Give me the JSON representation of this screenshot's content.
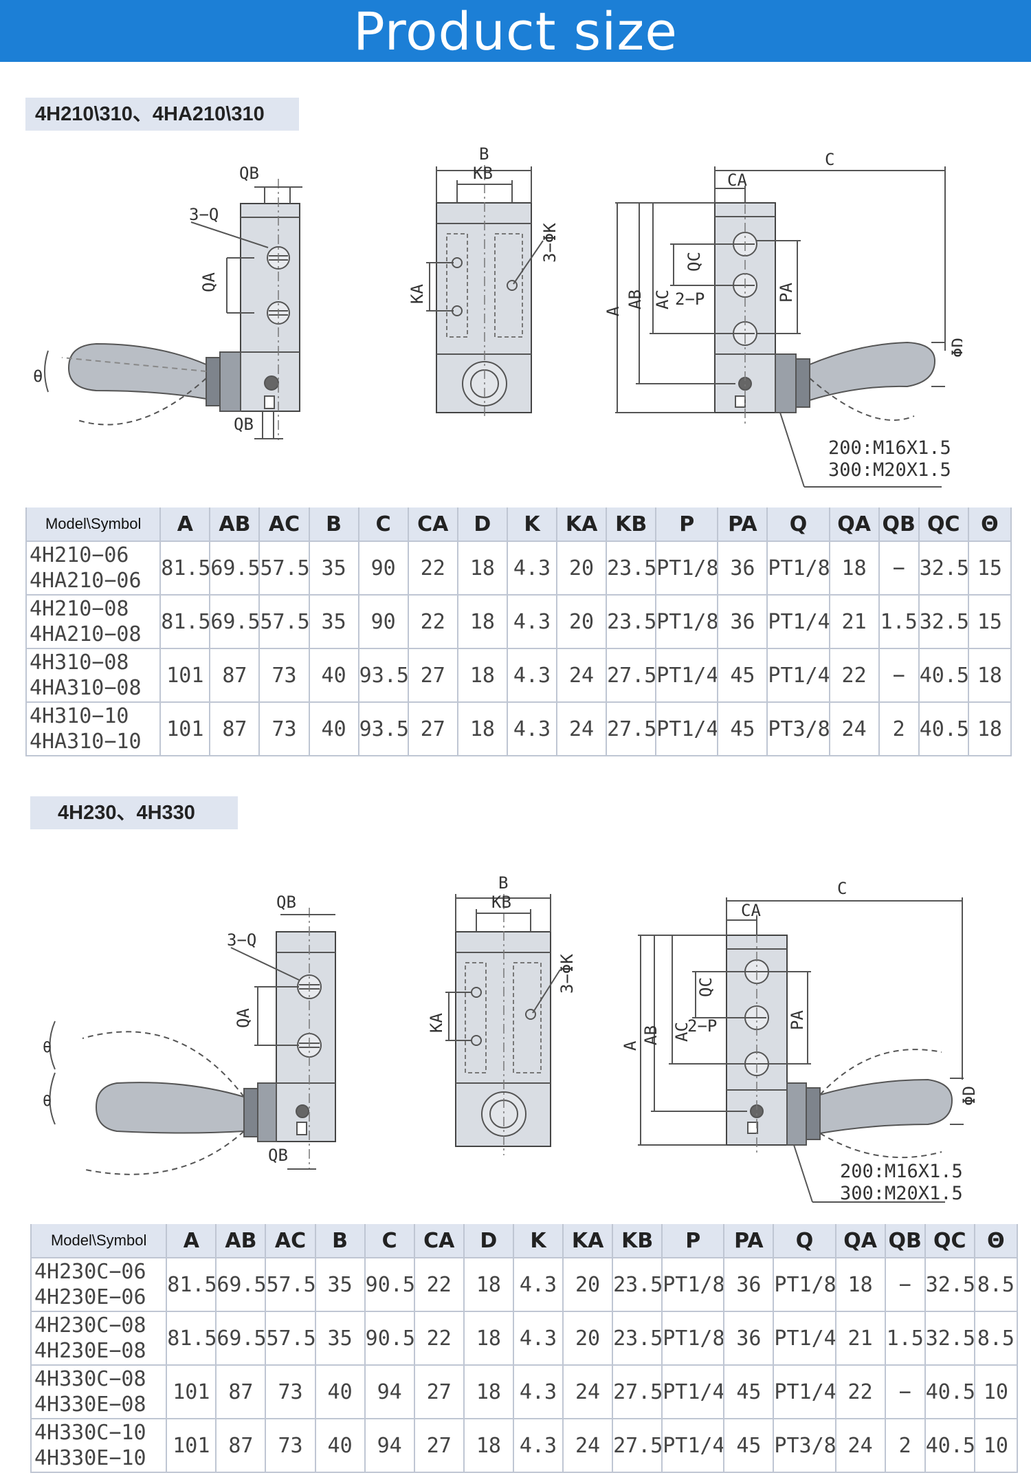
{
  "banner": {
    "title": "Product size"
  },
  "sections": [
    {
      "label": "4H210\\310、4HA210\\310",
      "drawing": {
        "left": {
          "qb": "QB",
          "q3": "3−Q",
          "qa": "QA",
          "theta": "θ",
          "qb2": "QB"
        },
        "mid": {
          "b": "B",
          "kb": "KB",
          "ka": "KA",
          "k3": "3−ΦK"
        },
        "right": {
          "c": "C",
          "ca": "CA",
          "qc": "QC",
          "a": "A",
          "ab": "AB",
          "ac": "AC",
          "p2": "2−P",
          "pa": "PA",
          "d": "ΦD",
          "note1": "200:M16X1.5",
          "note2": "300:M20X1.5"
        }
      },
      "headers": [
        "Model\\Symbol",
        "A",
        "AB",
        "AC",
        "B",
        "C",
        "CA",
        "D",
        "K",
        "KA",
        "KB",
        "P",
        "PA",
        "Q",
        "QA",
        "QB",
        "QC",
        "Θ"
      ],
      "rows": [
        {
          "m1": "4H210−06",
          "m2": "4HA210−06",
          "v": [
            "81.5",
            "69.5",
            "57.5",
            "35",
            "90",
            "22",
            "18",
            "4.3",
            "20",
            "23.5",
            "PT1/8",
            "36",
            "PT1/8",
            "18",
            "−",
            "32.5",
            "15"
          ]
        },
        {
          "m1": "4H210−08",
          "m2": "4HA210−08",
          "v": [
            "81.5",
            "69.5",
            "57.5",
            "35",
            "90",
            "22",
            "18",
            "4.3",
            "20",
            "23.5",
            "PT1/8",
            "36",
            "PT1/4",
            "21",
            "1.5",
            "32.5",
            "15"
          ]
        },
        {
          "m1": "4H310−08",
          "m2": "4HA310−08",
          "v": [
            "101",
            "87",
            "73",
            "40",
            "93.5",
            "27",
            "18",
            "4.3",
            "24",
            "27.5",
            "PT1/4",
            "45",
            "PT1/4",
            "22",
            "−",
            "40.5",
            "18"
          ]
        },
        {
          "m1": "4H310−10",
          "m2": "4HA310−10",
          "v": [
            "101",
            "87",
            "73",
            "40",
            "93.5",
            "27",
            "18",
            "4.3",
            "24",
            "27.5",
            "PT1/4",
            "45",
            "PT3/8",
            "24",
            "2",
            "40.5",
            "18"
          ]
        }
      ]
    },
    {
      "label": "4H230、4H330",
      "drawing": {
        "left": {
          "qb": "QB",
          "q3": "3−Q",
          "qa": "QA",
          "theta": "θ",
          "qb2": "QB"
        },
        "mid": {
          "b": "B",
          "kb": "KB",
          "ka": "KA",
          "k3": "3−ΦK"
        },
        "right": {
          "c": "C",
          "ca": "CA",
          "qc": "QC",
          "a": "A",
          "ab": "AB",
          "ac": "AC",
          "p2": "2−P",
          "pa": "PA",
          "d": "ΦD",
          "note1": "200:M16X1.5",
          "note2": "300:M20X1.5"
        }
      },
      "headers": [
        "Model\\Symbol",
        "A",
        "AB",
        "AC",
        "B",
        "C",
        "CA",
        "D",
        "K",
        "KA",
        "KB",
        "P",
        "PA",
        "Q",
        "QA",
        "QB",
        "QC",
        "Θ"
      ],
      "rows": [
        {
          "m1": "4H230C−06",
          "m2": "4H230E−06",
          "v": [
            "81.5",
            "69.5",
            "57.5",
            "35",
            "90.5",
            "22",
            "18",
            "4.3",
            "20",
            "23.5",
            "PT1/8",
            "36",
            "PT1/8",
            "18",
            "−",
            "32.5",
            "8.5"
          ]
        },
        {
          "m1": "4H230C−08",
          "m2": "4H230E−08",
          "v": [
            "81.5",
            "69.5",
            "57.5",
            "35",
            "90.5",
            "22",
            "18",
            "4.3",
            "20",
            "23.5",
            "PT1/8",
            "36",
            "PT1/4",
            "21",
            "1.5",
            "32.5",
            "8.5"
          ]
        },
        {
          "m1": "4H330C−08",
          "m2": "4H330E−08",
          "v": [
            "101",
            "87",
            "73",
            "40",
            "94",
            "27",
            "18",
            "4.3",
            "24",
            "27.5",
            "PT1/4",
            "45",
            "PT1/4",
            "22",
            "−",
            "40.5",
            "10"
          ]
        },
        {
          "m1": "4H330C−10",
          "m2": "4H330E−10",
          "v": [
            "101",
            "87",
            "73",
            "40",
            "94",
            "27",
            "18",
            "4.3",
            "24",
            "27.5",
            "PT1/4",
            "45",
            "PT3/8",
            "24",
            "2",
            "40.5",
            "10"
          ]
        }
      ]
    }
  ]
}
